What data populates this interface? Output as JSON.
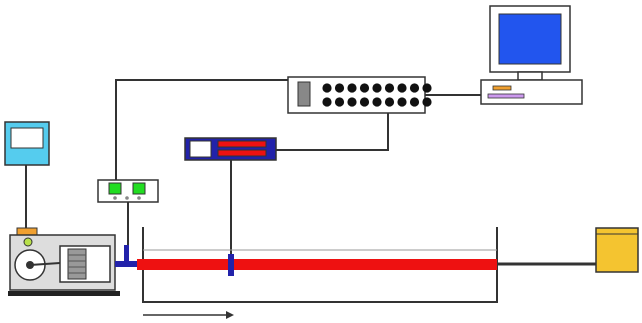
{
  "diagram": {
    "components": [
      {
        "id": "monitor-small",
        "label": ""
      },
      {
        "id": "motor-drive",
        "label": ""
      },
      {
        "id": "controller-box",
        "label": ""
      },
      {
        "id": "data-logger",
        "label": ""
      },
      {
        "id": "pump-unit",
        "label": ""
      },
      {
        "id": "tank",
        "label": ""
      },
      {
        "id": "weight-box",
        "label": ""
      },
      {
        "id": "computer",
        "label": ""
      }
    ],
    "data_logger_channels": 18,
    "colors": {
      "stroke": "#333333",
      "screen_cyan": "#55ccee",
      "screen_blue": "#2255ee",
      "green": "#22dd22",
      "red": "#ee1111",
      "orange": "#f0a030",
      "yellow": "#f4c430",
      "navy": "#2222aa",
      "gray": "#dddddd",
      "lime": "#b8e04a"
    }
  }
}
